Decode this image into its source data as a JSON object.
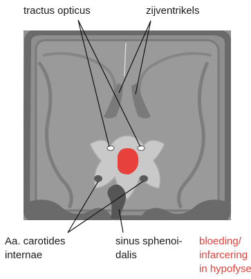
{
  "labels": {
    "tractus_opticus": "tractus opticus",
    "zijventrikels": "zijventrikels",
    "carotides_line1": "Aa. carotides",
    "carotides_line2": "internae",
    "sinus_line1": "sinus sphenoi-",
    "sinus_line2": "dalis",
    "bloeding_line1": "bloeding/",
    "bloeding_line2": "infarcering",
    "bloeding_line3": "in hypofyse"
  },
  "colors": {
    "highlight": "#e8403a",
    "background_gray": "#8f8f8f",
    "tissue_light": "#c9c9c9",
    "tissue_dark": "#5a5a5a",
    "bone_frame": "#6e6e6e"
  }
}
